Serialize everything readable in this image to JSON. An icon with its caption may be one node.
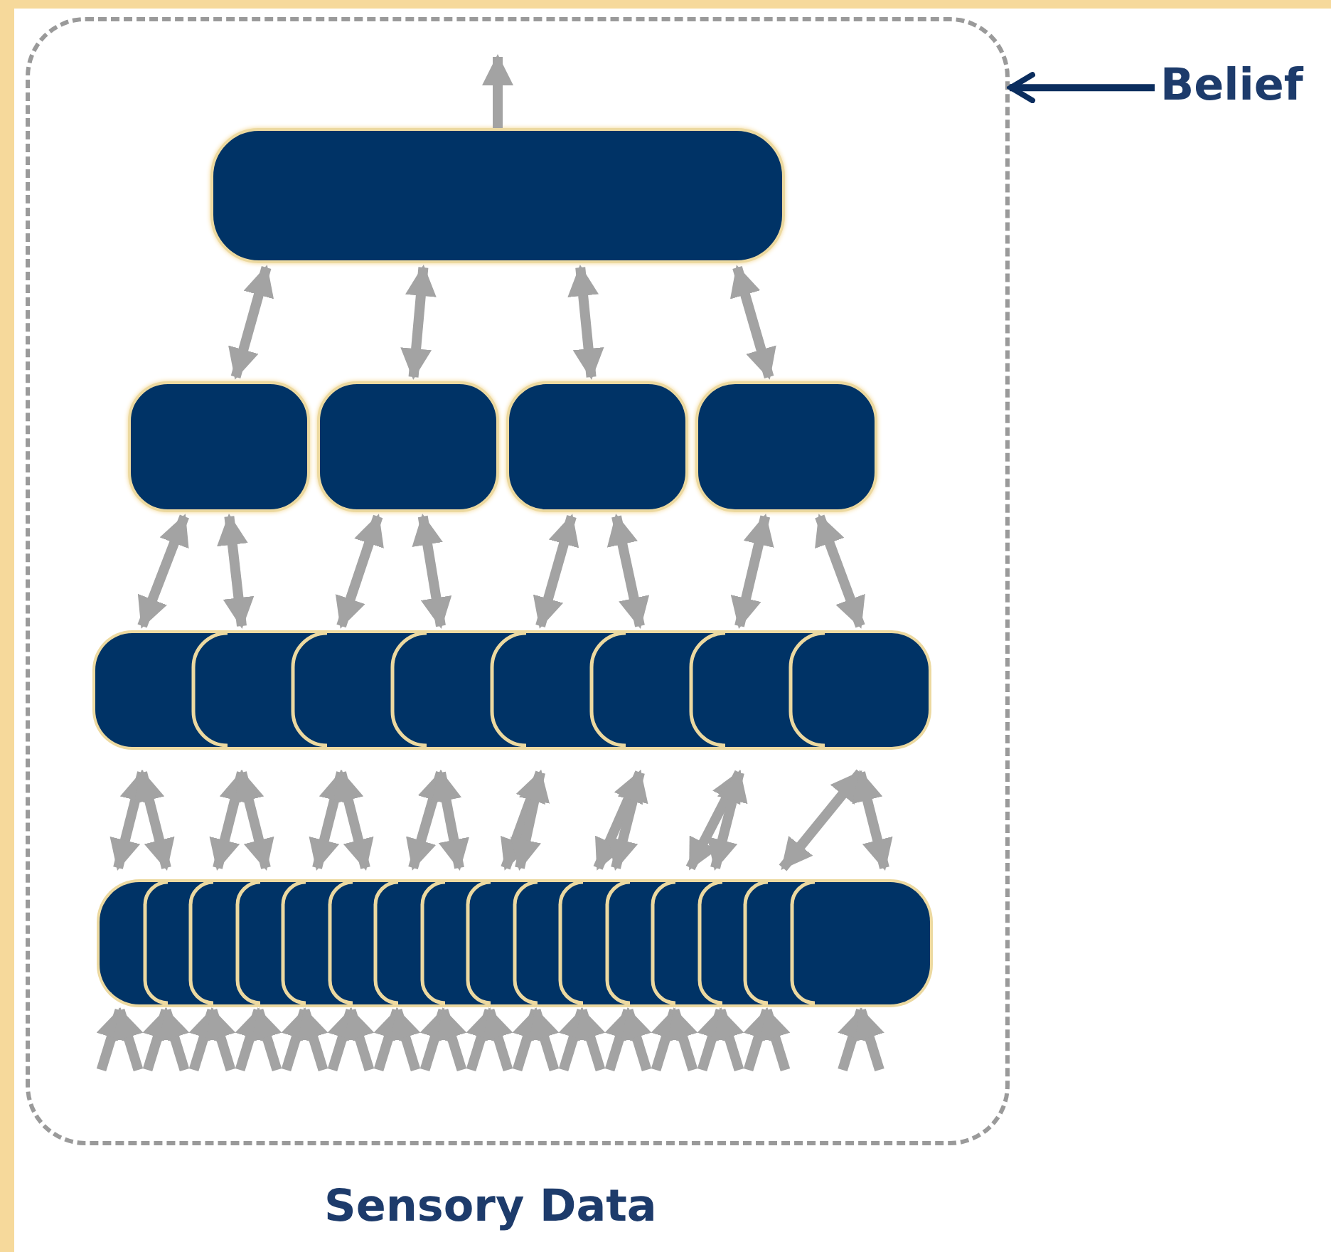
{
  "diagram": {
    "nodes": [
      {
        "text": [],
        "shape": "box"
      },
      {
        "text": [],
        "shape": "box",
        "in": 0
      },
      {
        "text": [],
        "shape": "box",
        "in": 0
      },
      {
        "text": [],
        "shape": "box",
        "in": 0
      },
      {
        "text": [],
        "shape": "box",
        "in": 0
      },
      {
        "text": [],
        "shape": "box",
        "in": 0
      },
      {
        "text": [],
        "shape": "box",
        "in": 0
      },
      {
        "text": [],
        "shape": "box",
        "in": 0
      },
      {
        "text": [],
        "shape": "box",
        "in": 0
      },
      {
        "text": [],
        "shape": "box",
        "in": 0
      },
      {
        "text": [],
        "shape": "box",
        "in": 0
      },
      {
        "text": [],
        "shape": "box",
        "in": 0
      },
      {
        "text": [],
        "shape": "box",
        "in": 0
      },
      {
        "text": [],
        "shape": "box",
        "in": 0
      },
      {
        "text": [],
        "shape": "box",
        "in": 0
      },
      {
        "text": [],
        "shape": "box",
        "in": 0
      },
      {
        "text": [],
        "shape": "box",
        "in": 0
      },
      {
        "text": [],
        "shape": "box",
        "in": 0
      },
      {
        "text": [],
        "shape": "box",
        "in": 0
      },
      {
        "text": [],
        "shape": "box",
        "in": 0
      },
      {
        "text": [],
        "shape": "box",
        "in": 0
      },
      {
        "text": [],
        "shape": "box",
        "in": 0
      },
      {
        "text": [],
        "shape": "box",
        "in": 0
      },
      {
        "text": [],
        "shape": "box",
        "in": 0
      },
      {
        "text": [],
        "shape": "box",
        "in": 0
      },
      {
        "text": [],
        "shape": "box",
        "in": 0
      },
      {
        "text": [],
        "shape": "box",
        "in": 0
      },
      {
        "text": [],
        "shape": "box",
        "in": 0
      },
      {
        "text": [],
        "shape": "box",
        "in": 0
      },
      {
        "text": [],
        "shape": "box",
        "in": 0
      },
      {
        "text": [
          "Belief"
        ]
      }
    ],
    "edges": [
      {
        "from": 1,
        "to": null,
        "arrow": "to"
      },
      {
        "from": 30,
        "to": 0,
        "arrow": "to",
        "color": "#0b2d5e"
      },
      {
        "from": 1,
        "to": 2,
        "arrow": "both"
      },
      {
        "from": 1,
        "to": 3,
        "arrow": "both"
      },
      {
        "from": 1,
        "to": 4,
        "arrow": "both"
      },
      {
        "from": 1,
        "to": 5,
        "arrow": "both"
      },
      {
        "from": 2,
        "to": 6,
        "arrow": "both"
      },
      {
        "from": 2,
        "to": 7,
        "arrow": "both"
      },
      {
        "from": 3,
        "to": 8,
        "arrow": "both"
      },
      {
        "from": 3,
        "to": 9,
        "arrow": "both"
      },
      {
        "from": 4,
        "to": 10,
        "arrow": "both"
      },
      {
        "from": 4,
        "to": 11,
        "arrow": "both"
      },
      {
        "from": 5,
        "to": 12,
        "arrow": "both"
      },
      {
        "from": 5,
        "to": 13,
        "arrow": "both"
      },
      {
        "from": 6,
        "to": 14,
        "arrow": "both"
      },
      {
        "from": 6,
        "to": 15,
        "arrow": "both"
      },
      {
        "from": 7,
        "to": 16,
        "arrow": "both"
      },
      {
        "from": 7,
        "to": 17,
        "arrow": "both"
      },
      {
        "from": 8,
        "to": 18,
        "arrow": "both"
      },
      {
        "from": 8,
        "to": 19,
        "arrow": "both"
      },
      {
        "from": 9,
        "to": 20,
        "arrow": "both"
      },
      {
        "from": 9,
        "to": 21,
        "arrow": "both"
      },
      {
        "from": 10,
        "to": 22,
        "arrow": "both"
      },
      {
        "from": 10,
        "to": 23,
        "arrow": "both"
      },
      {
        "from": 11,
        "to": 24,
        "arrow": "both"
      },
      {
        "from": 11,
        "to": 25,
        "arrow": "both"
      },
      {
        "from": 12,
        "to": 26,
        "arrow": "both"
      },
      {
        "from": 12,
        "to": 27,
        "arrow": "both"
      },
      {
        "from": 13,
        "to": 28,
        "arrow": "both"
      },
      {
        "from": 13,
        "to": 29,
        "arrow": "both"
      },
      {
        "from": null,
        "to": 14,
        "arrow": "to"
      },
      {
        "from": null,
        "to": 14,
        "arrow": "to"
      },
      {
        "from": null,
        "to": 15,
        "arrow": "to"
      },
      {
        "from": null,
        "to": 15,
        "arrow": "to"
      },
      {
        "from": null,
        "to": 16,
        "arrow": "to"
      },
      {
        "from": null,
        "to": 16,
        "arrow": "to"
      },
      {
        "from": null,
        "to": 17,
        "arrow": "to"
      },
      {
        "from": null,
        "to": 17,
        "arrow": "to"
      },
      {
        "from": null,
        "to": 18,
        "arrow": "to"
      },
      {
        "from": null,
        "to": 18,
        "arrow": "to"
      },
      {
        "from": null,
        "to": 19,
        "arrow": "to"
      },
      {
        "from": null,
        "to": 19,
        "arrow": "to"
      },
      {
        "from": null,
        "to": 20,
        "arrow": "to"
      },
      {
        "from": null,
        "to": 20,
        "arrow": "to"
      },
      {
        "from": null,
        "to": 21,
        "arrow": "to"
      },
      {
        "from": null,
        "to": 21,
        "arrow": "to"
      },
      {
        "from": null,
        "to": 22,
        "arrow": "to"
      },
      {
        "from": null,
        "to": 22,
        "arrow": "to"
      },
      {
        "from": null,
        "to": 23,
        "arrow": "to"
      },
      {
        "from": null,
        "to": 23,
        "arrow": "to"
      },
      {
        "from": null,
        "to": 24,
        "arrow": "to"
      },
      {
        "from": null,
        "to": 24,
        "arrow": "to"
      },
      {
        "from": null,
        "to": 25,
        "arrow": "to"
      },
      {
        "from": null,
        "to": 25,
        "arrow": "to"
      },
      {
        "from": null,
        "to": 26,
        "arrow": "to"
      },
      {
        "from": null,
        "to": 26,
        "arrow": "to"
      },
      {
        "from": null,
        "to": 27,
        "arrow": "to"
      },
      {
        "from": null,
        "to": 27,
        "arrow": "to"
      },
      {
        "from": null,
        "to": 28,
        "arrow": "to"
      },
      {
        "from": null,
        "to": 28,
        "arrow": "to"
      },
      {
        "from": null,
        "to": 29,
        "arrow": "to"
      },
      {
        "from": null,
        "to": 29,
        "arrow": "to"
      }
    ],
    "labels": [
      "Sensory Data"
    ]
  }
}
